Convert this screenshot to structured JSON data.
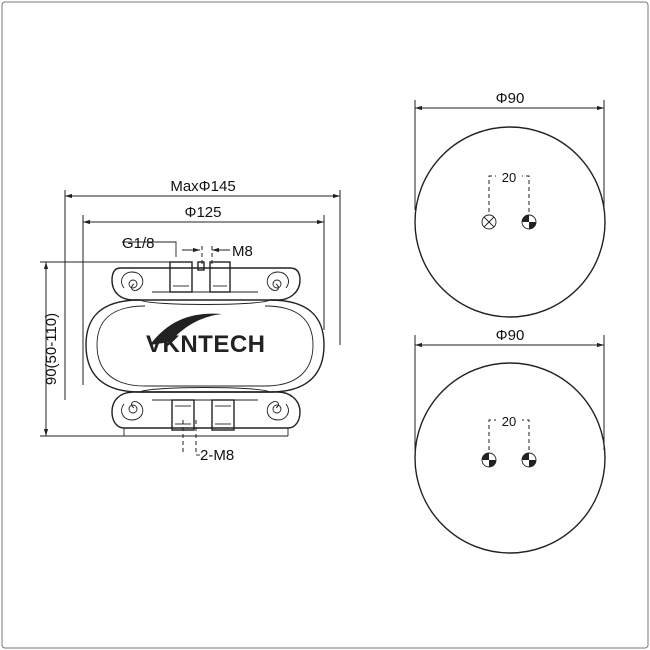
{
  "side_view": {
    "max_diameter_label": "MaxΦ145",
    "diameter_label": "Φ125",
    "port_label": "G1/8",
    "top_bolt_label": "M8",
    "bottom_bolt_label": "2-M8",
    "height_label": "90(50-110)"
  },
  "logo": {
    "text": "VKNTECH"
  },
  "top_plate": {
    "diameter_label": "Φ90",
    "spacing_label": "20"
  },
  "bottom_plate": {
    "diameter_label": "Φ90",
    "spacing_label": "20"
  }
}
